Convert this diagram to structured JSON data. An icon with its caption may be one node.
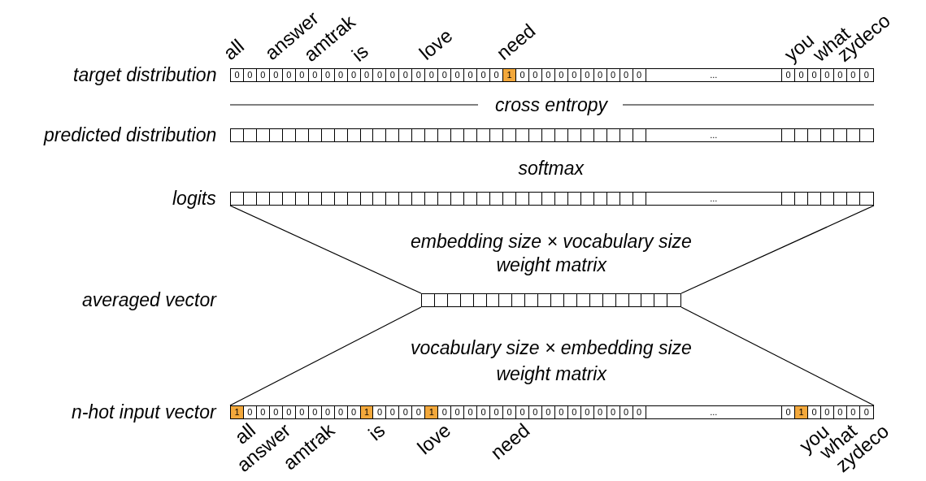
{
  "diagram": {
    "nodes": [
      {
        "text": [
          "0",
          "0",
          "0",
          "0",
          "0",
          "0",
          "0",
          "0",
          "0",
          "0",
          "0",
          "0",
          "0",
          "0",
          "0",
          "0",
          "0",
          "0",
          "0",
          "0",
          "0",
          "1",
          "0",
          "0",
          "0",
          "0",
          "0",
          "0",
          "0",
          "0",
          "0",
          "0",
          "...",
          "0",
          "0",
          "0",
          "0",
          "0",
          "0",
          "0"
        ],
        "beside": [
          "target distribution"
        ]
      },
      {
        "text": [
          "..."
        ],
        "beside": [
          "predicted distribution"
        ]
      },
      {
        "text": [
          "..."
        ],
        "beside": [
          "logits"
        ]
      },
      {
        "text": [],
        "shape": "bar"
      },
      {
        "text": [
          "1",
          "0",
          "0",
          "0",
          "0",
          "0",
          "0",
          "0",
          "0",
          "0",
          "1",
          "0",
          "0",
          "0",
          "0",
          "1",
          "0",
          "0",
          "0",
          "0",
          "0",
          "0",
          "0",
          "0",
          "0",
          "0",
          "0",
          "0",
          "0",
          "0",
          "0",
          "0",
          "...",
          "0",
          "1",
          "0",
          "0",
          "0",
          "0",
          "0"
        ],
        "beside": [
          "n-hot input vector"
        ]
      }
    ],
    "edges": [
      {
        "from": 2,
        "to": 3,
        "arrow": "none"
      },
      {
        "from": 2,
        "to": 3,
        "arrow": "none"
      },
      {
        "from": 3,
        "to": 4,
        "arrow": "none"
      },
      {
        "from": 3,
        "to": 4,
        "arrow": "none"
      }
    ],
    "labels": [
      "all",
      "answer",
      "amtrak",
      "is",
      "love",
      "need",
      "you",
      "what",
      "zydeco",
      "cross entropy",
      "softmax",
      "embedding size × vocabulary size",
      "weight matrix",
      "averaged vector",
      "vocabulary size × embedding size",
      "weight matrix",
      "all",
      "answer",
      "amtrak",
      "is",
      "love",
      "need",
      "you",
      "what",
      "zydeco"
    ]
  }
}
